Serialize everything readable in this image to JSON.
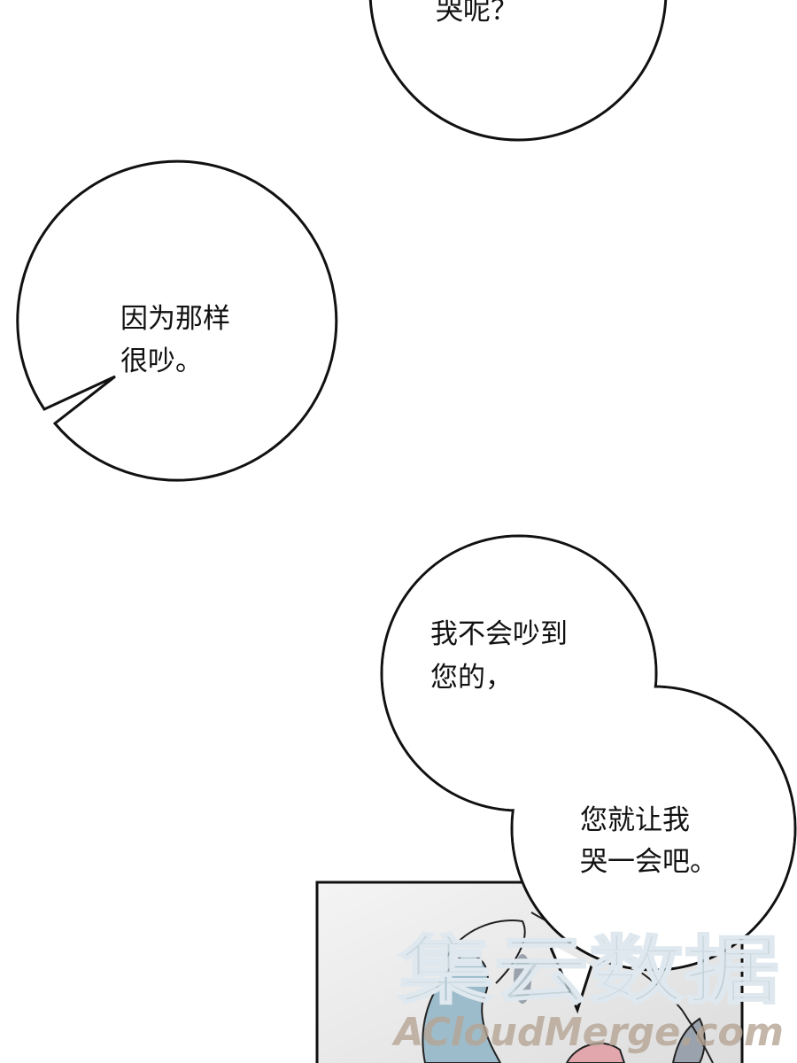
{
  "bubbles": [
    {
      "lines": [
        "哭呢？"
      ]
    },
    {
      "lines": [
        "因为那样",
        "很吵。"
      ]
    },
    {
      "lines": [
        "我不会吵到",
        "您的，"
      ]
    },
    {
      "lines": [
        "您就让我",
        "哭一会吧。"
      ]
    }
  ],
  "watermark": {
    "cn": "集云数据",
    "en": "ACloudMerge.com"
  },
  "colors": {
    "ink": "#111111",
    "panel_bg": "#eeeeee",
    "hair": "#8fb3c2",
    "accent": "#d9737f"
  }
}
